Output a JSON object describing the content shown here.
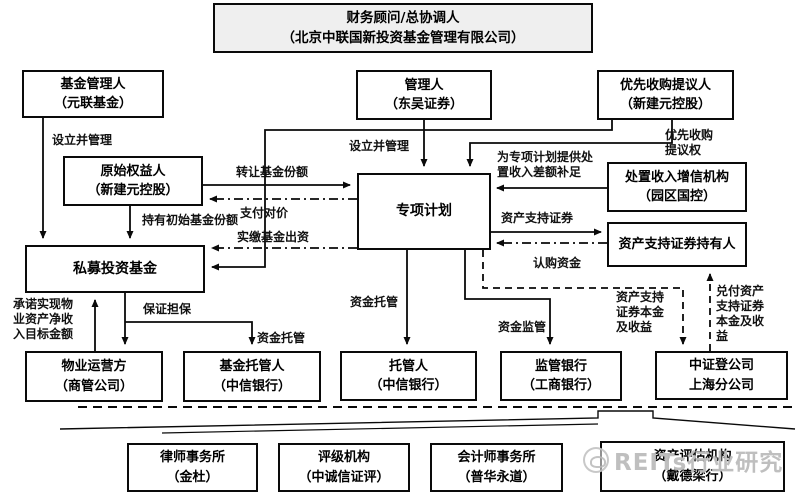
{
  "nodes": [
    {
      "name": "financial-advisor",
      "text": "财务顾问/总协调人\n（北京中联国新投资基金管理有限公司）"
    },
    {
      "name": "fund-manager",
      "text": "基金管理人\n（元联基金）"
    },
    {
      "name": "plan-manager",
      "text": "管理人\n（东吴证券）"
    },
    {
      "name": "priority-offeror",
      "text": "优先收购提议人\n（新建元控股）"
    },
    {
      "name": "original-equity-holder",
      "text": "原始权益人\n（新建元控股）"
    },
    {
      "name": "abs-plan",
      "text": "专项计划"
    },
    {
      "name": "credit-enhancer",
      "text": "处置收入增信机构\n（园区国控）"
    },
    {
      "name": "abs-holders",
      "text": "资产支持证券持有人"
    },
    {
      "name": "pe-fund",
      "text": "私募投资基金"
    },
    {
      "name": "property-operator",
      "text": "物业运营方\n（商管公司）"
    },
    {
      "name": "fund-custodian",
      "text": "基金托管人\n（中信银行）"
    },
    {
      "name": "custodian",
      "text": "托管人\n（中信银行）"
    },
    {
      "name": "supervising-bank",
      "text": "监管银行\n（工商银行）"
    },
    {
      "name": "csdc-shanghai",
      "text": "中证登公司\n上海分公司"
    },
    {
      "name": "law-firm",
      "text": "律师事务所\n（金杜）"
    },
    {
      "name": "rating-agency",
      "text": "评级机构\n（中诚信证评）"
    },
    {
      "name": "accounting-firm",
      "text": "会计师事务所\n（普华永道）"
    },
    {
      "name": "appraiser",
      "text": "资产评估机构\n（戴德梁行）"
    }
  ],
  "labels": [
    {
      "text": "设立并管理"
    },
    {
      "text": "持有初始基金份额"
    },
    {
      "text": "转让基金份额"
    },
    {
      "text": "支付对价"
    },
    {
      "text": "实缴基金出资"
    },
    {
      "text": "设立并管理"
    },
    {
      "text": "优先收购\n提议权"
    },
    {
      "text": "为专项计划提供处\n置收入差额补足"
    },
    {
      "text": "资产支持证券"
    },
    {
      "text": "认购资金"
    },
    {
      "text": "承诺实现物\n业资产净收\n入目标金额"
    },
    {
      "text": "保证担保"
    },
    {
      "text": "资金托管"
    },
    {
      "text": "资金托管"
    },
    {
      "text": "资金监管"
    },
    {
      "text": "资产支持\n证券本金\n及收益"
    },
    {
      "text": "兑付资产\n支持证券\n本金及收\n益"
    }
  ],
  "watermark": {
    "text": "REITs行业研究"
  },
  "colors": {
    "line": "#0a0a0a",
    "box_border": "#0a0a0a",
    "advisor_bg": "#efefef",
    "watermark": "#bababa"
  }
}
